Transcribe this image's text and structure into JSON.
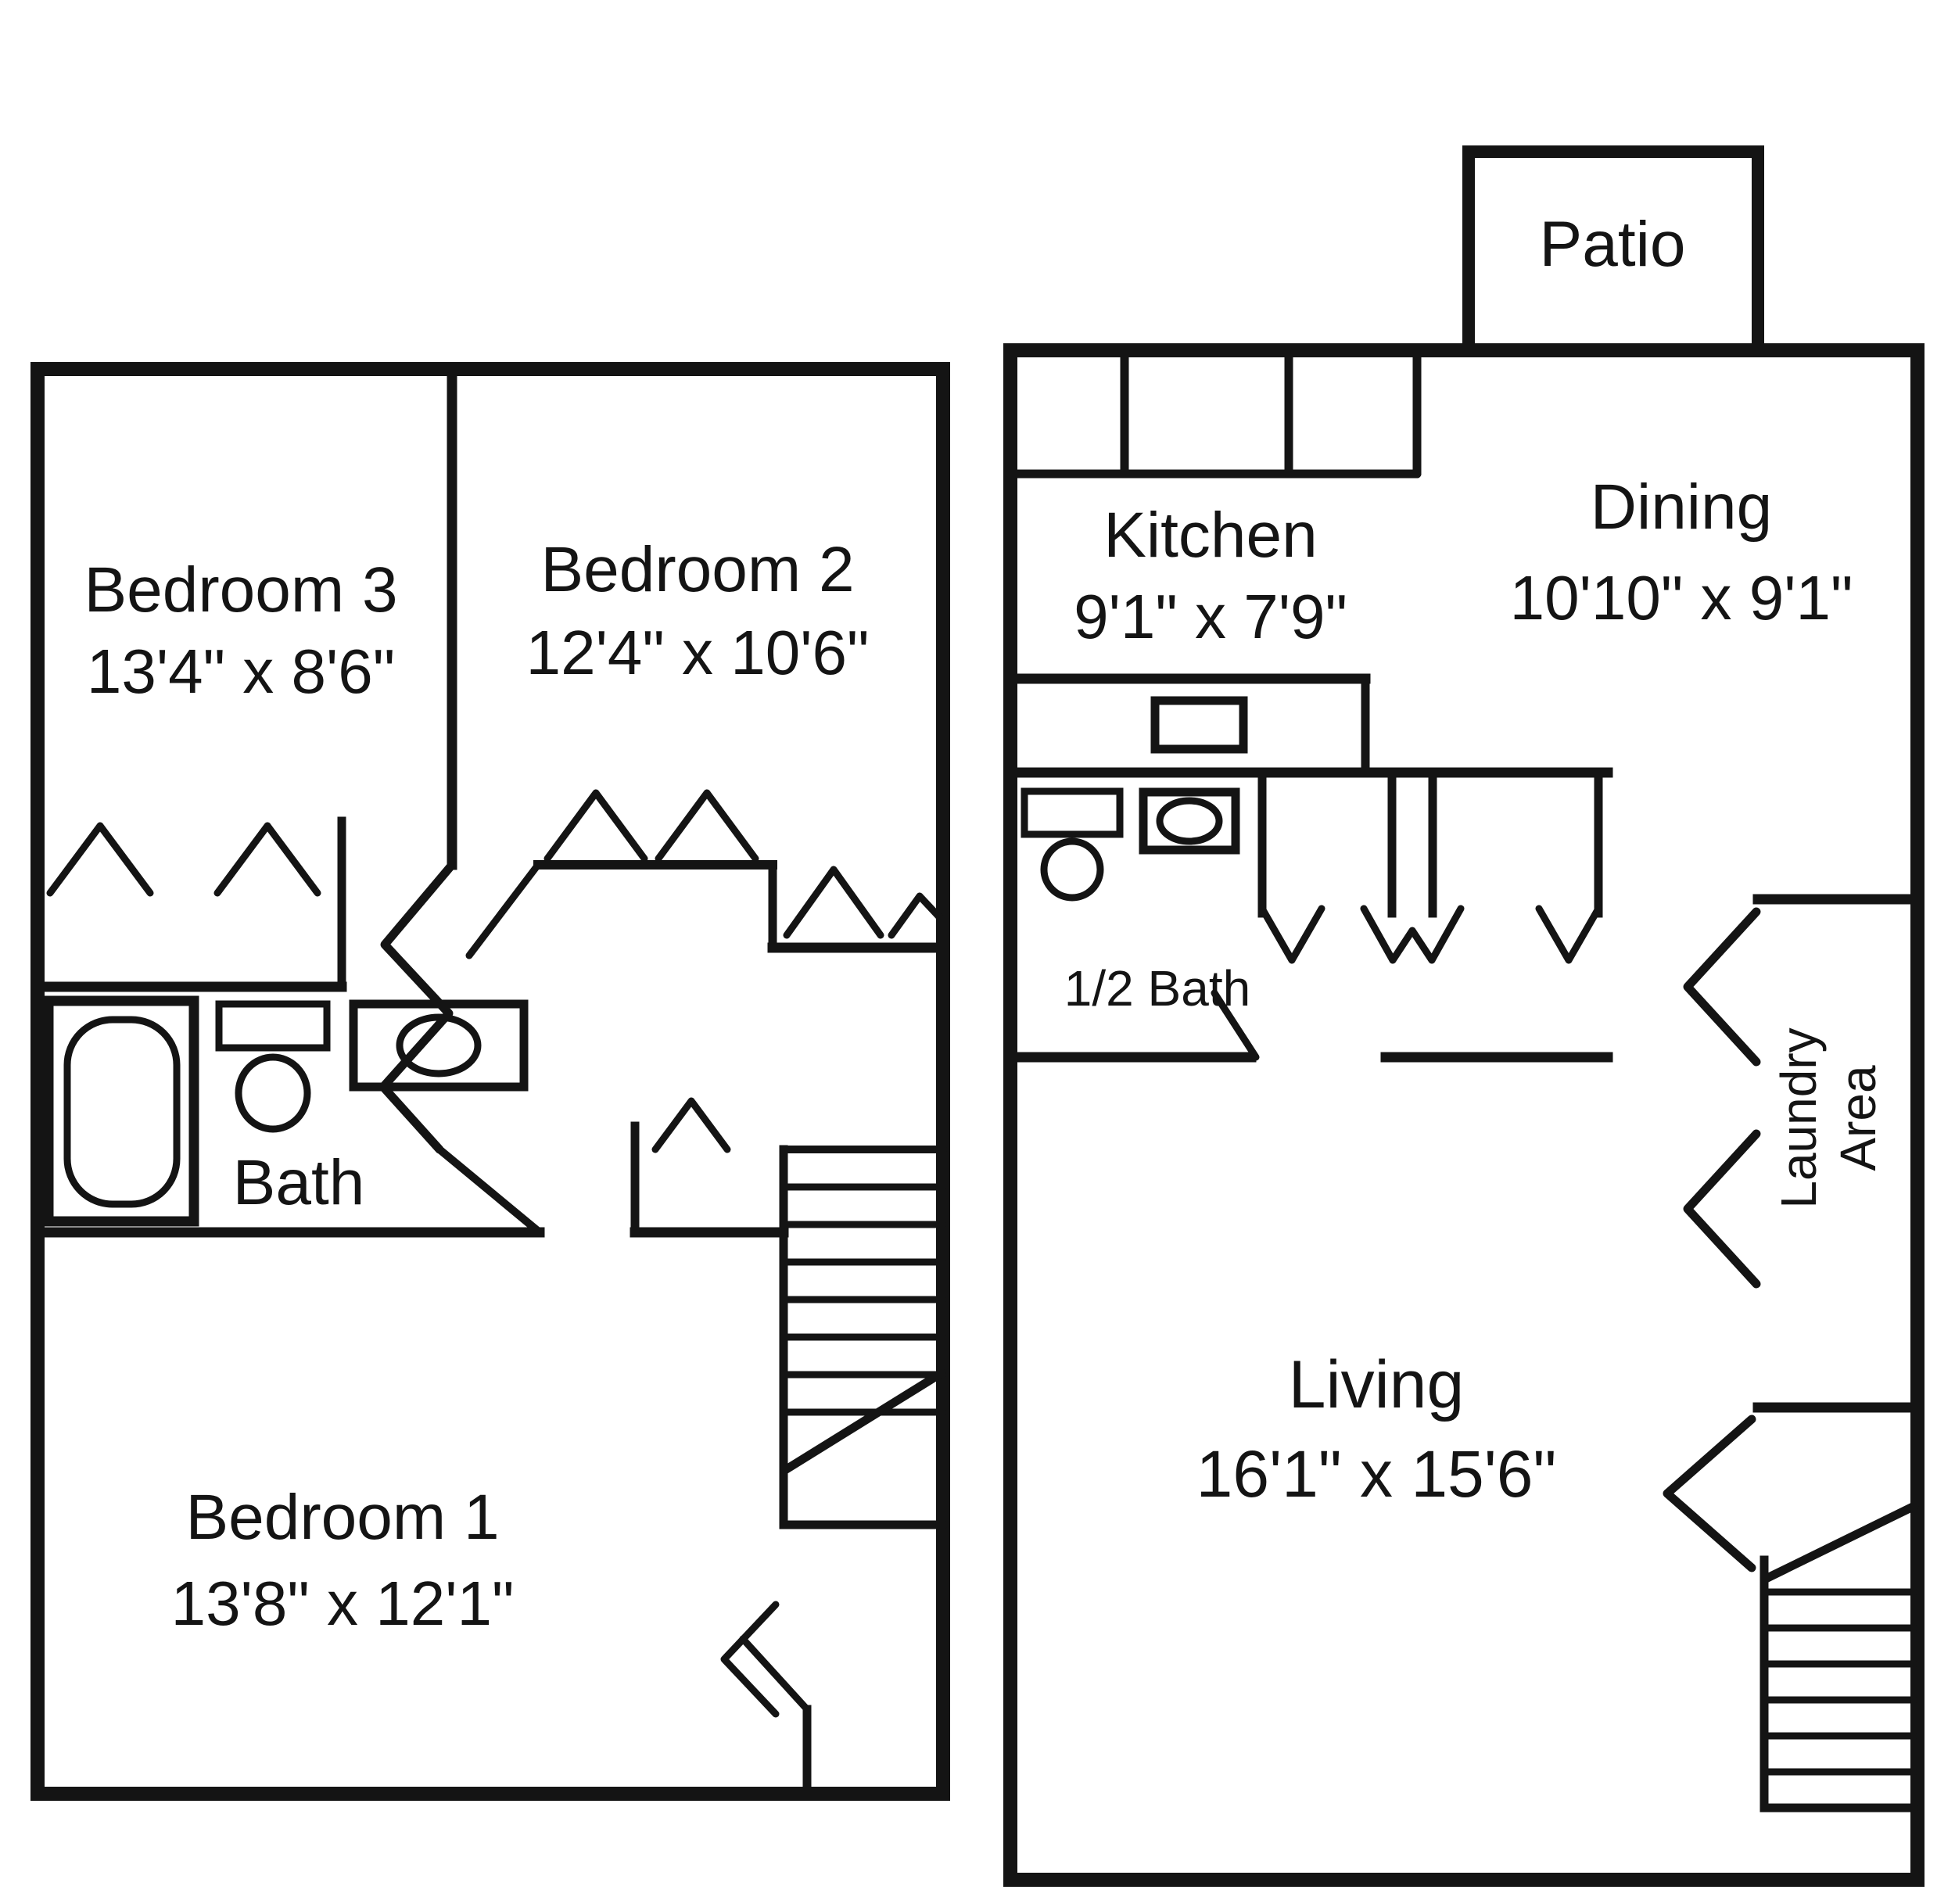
{
  "colors": {
    "wall": "#141414",
    "background": "#ffffff",
    "text": "#141414"
  },
  "upper_floor": {
    "bedroom3_name": "Bedroom 3",
    "bedroom3_dims": "13'4\" x 8'6\"",
    "bedroom2_name": "Bedroom 2",
    "bedroom2_dims": "12'4\" x 10'6\"",
    "bath_name": "Bath",
    "bedroom1_name": "Bedroom 1",
    "bedroom1_dims": "13'8\" x 12'1\""
  },
  "main_floor": {
    "patio_name": "Patio",
    "kitchen_name": "Kitchen",
    "kitchen_dims": "9'1\" x 7'9\"",
    "dining_name": "Dining",
    "dining_dims": "10'10\" x 9'1\"",
    "half_bath_name": "1/2 Bath",
    "laundry_line1": "Laundry",
    "laundry_line2": "Area",
    "living_name": "Living",
    "living_dims": "16'1\" x 15'6\""
  },
  "icons": {
    "bathtub": "bathtub-icon",
    "toilet_upper": "toilet-icon",
    "sink_upper": "sink-vanity-icon",
    "toilet_main": "toilet-icon",
    "sink_main": "sink-vanity-icon",
    "stove": "stove-counter-icon",
    "stairs_upper": "stairs-icon",
    "stairs_main": "stairs-icon",
    "door_swings": "door-swing-icon"
  }
}
